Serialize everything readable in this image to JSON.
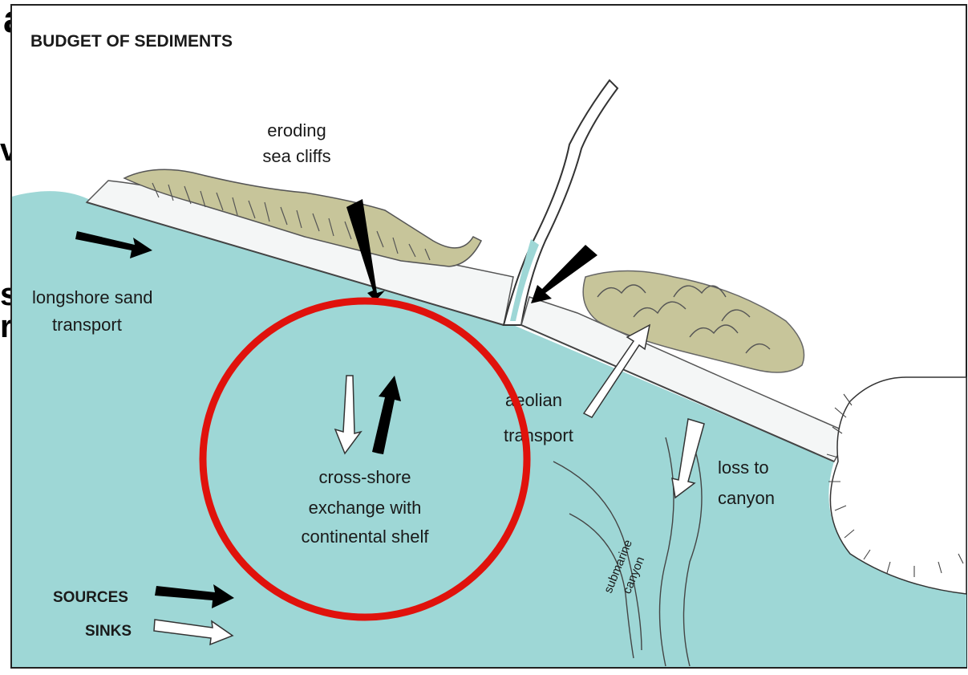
{
  "diagram": {
    "title": "BUDGET OF SEDIMENTS",
    "labels": {
      "eroding_line1": "eroding",
      "eroding_line2": "sea cliffs",
      "longshore_line1": "longshore sand",
      "longshore_line2": "transport",
      "aeolian_line1": "aeolian",
      "aeolian_line2": "transport",
      "loss_line1": "loss to",
      "loss_line2": "canyon",
      "cross_line1": "cross-shore",
      "cross_line2": "exchange with",
      "cross_line3": "continental shelf",
      "submarine_line1": "submarine",
      "submarine_line2": "canyon"
    },
    "legend": {
      "sources": "SOURCES",
      "sinks": "SINKS"
    },
    "colors": {
      "water": "#9ed7d6",
      "sand": "#c7c59a",
      "beach": "#f4f6f6",
      "highlight_circle": "#e0120c",
      "arrow_source": "#000000",
      "arrow_sink": "#ffffff"
    }
  }
}
